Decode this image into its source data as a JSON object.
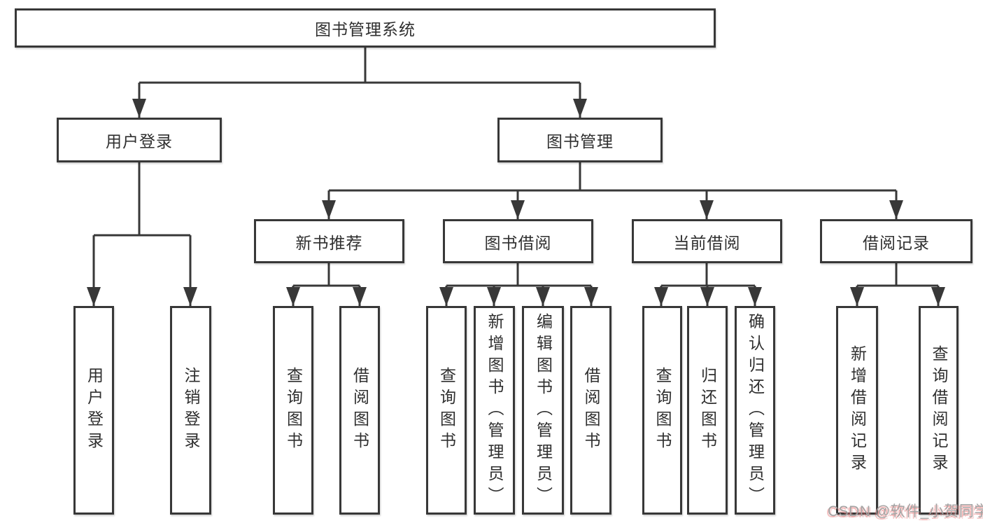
{
  "diagram": {
    "title": "图书管理系统",
    "branches": [
      {
        "label": "用户登录",
        "children": [
          {
            "label": "用户登录"
          },
          {
            "label": "注销登录"
          }
        ]
      },
      {
        "label": "图书管理",
        "children": [
          {
            "label": "新书推荐",
            "children": [
              {
                "label": "查询图书"
              },
              {
                "label": "借阅图书"
              }
            ]
          },
          {
            "label": "图书借阅",
            "children": [
              {
                "label": "查询图书"
              },
              {
                "label": "新增图书（管理员）"
              },
              {
                "label": "编辑图书（管理员）"
              },
              {
                "label": "借阅图书"
              }
            ]
          },
          {
            "label": "当前借阅",
            "children": [
              {
                "label": "查询图书"
              },
              {
                "label": "归还图书"
              },
              {
                "label": "确认归还（管理员）"
              }
            ]
          },
          {
            "label": "借阅记录",
            "children": [
              {
                "label": "新增借阅记录"
              },
              {
                "label": "查询借阅记录"
              }
            ]
          }
        ]
      }
    ]
  },
  "watermark": {
    "text": "CSDN @软件_小贺同学"
  },
  "colors": {
    "line": "#383838",
    "box_border": "#383838",
    "text": "#2f2f2f",
    "background": "#ffffff",
    "watermark_text": "#a3a3a3",
    "watermark_shadow": "#e77676"
  }
}
